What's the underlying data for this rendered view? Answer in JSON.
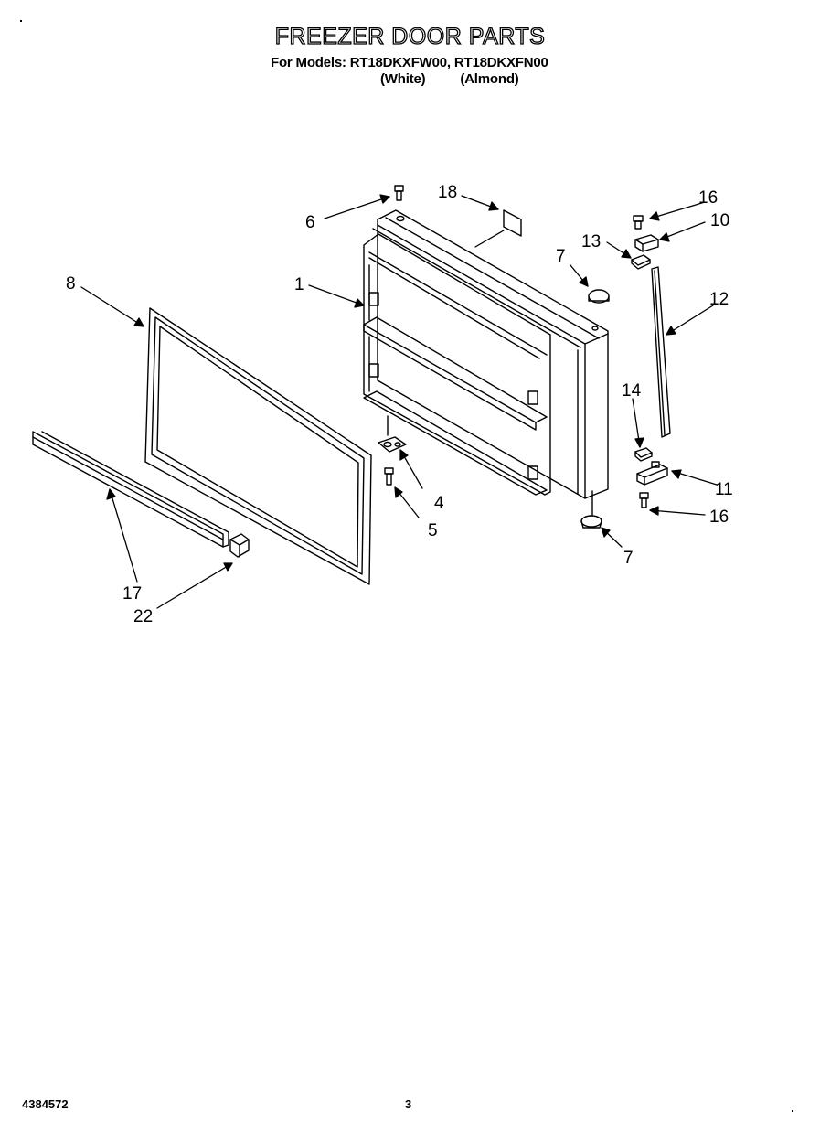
{
  "header": {
    "title": "FREEZER DOOR PARTS",
    "models_line": "For Models: RT18DKXFW00, RT18DKXFN00",
    "variant_white": "(White)",
    "variant_almond": "(Almond)"
  },
  "footer": {
    "doc_number": "4384572",
    "page_number": "3"
  },
  "callouts": {
    "c1": "1",
    "c4": "4",
    "c5": "5",
    "c6": "6",
    "c7a": "7",
    "c7b": "7",
    "c8": "8",
    "c10": "10",
    "c11": "11",
    "c12": "12",
    "c13": "13",
    "c14": "14",
    "c16a": "16",
    "c16b": "16",
    "c17": "17",
    "c18": "18",
    "c22": "22"
  }
}
